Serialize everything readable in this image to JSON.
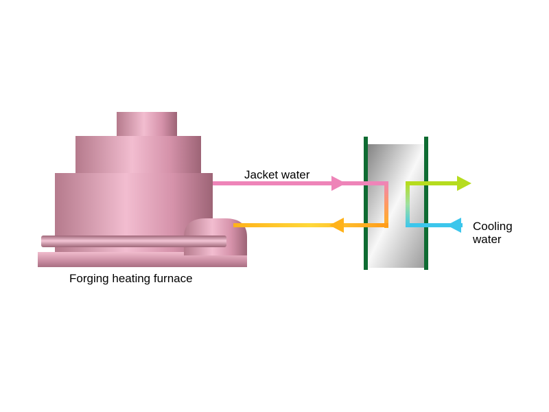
{
  "labels": {
    "jacket_water": "Jacket water",
    "cooling_water_line1": "Cooling",
    "cooling_water_line2": "water",
    "furnace": "Forging heating furnace"
  },
  "colors": {
    "furnace_dark": "#b97a8e",
    "furnace_light": "#f2bdd0",
    "hx_frame": "#0e6b32",
    "hx_light": "#f6f6f6",
    "hx_dark": "#8a8a8a",
    "pipe_pink": "#ee84b8",
    "pipe_yellow": "#ffd21a",
    "pipe_orange": "#ff9a1a",
    "pipe_cyan": "#3cc6ec",
    "pipe_green": "#b6dc1e"
  },
  "icons": {
    "arrows": "triangle-arrow-icon"
  }
}
